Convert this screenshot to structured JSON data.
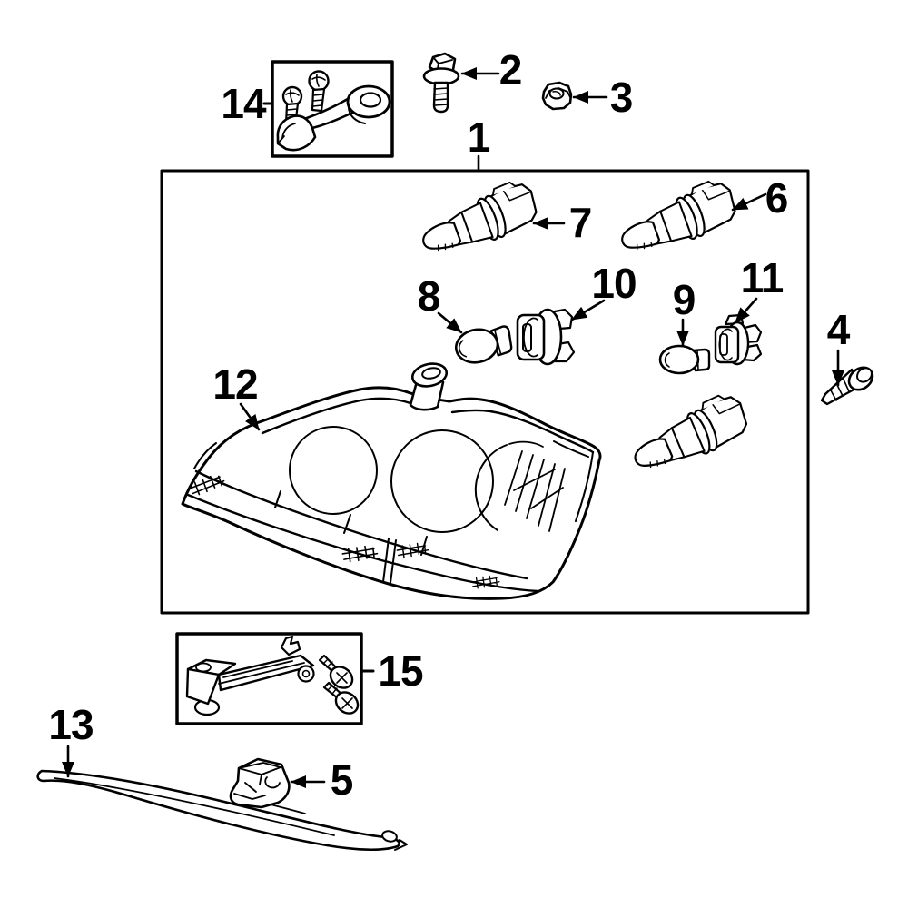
{
  "diagram": {
    "background": "#ffffff",
    "line_color": "#000000",
    "callouts": [
      {
        "number": "1"
      },
      {
        "number": "2"
      },
      {
        "number": "3"
      },
      {
        "number": "4"
      },
      {
        "number": "5"
      },
      {
        "number": "6"
      },
      {
        "number": "7"
      },
      {
        "number": "8"
      },
      {
        "number": "9"
      },
      {
        "number": "10"
      },
      {
        "number": "11"
      },
      {
        "number": "12"
      },
      {
        "number": "13"
      },
      {
        "number": "14"
      },
      {
        "number": "15"
      }
    ]
  }
}
